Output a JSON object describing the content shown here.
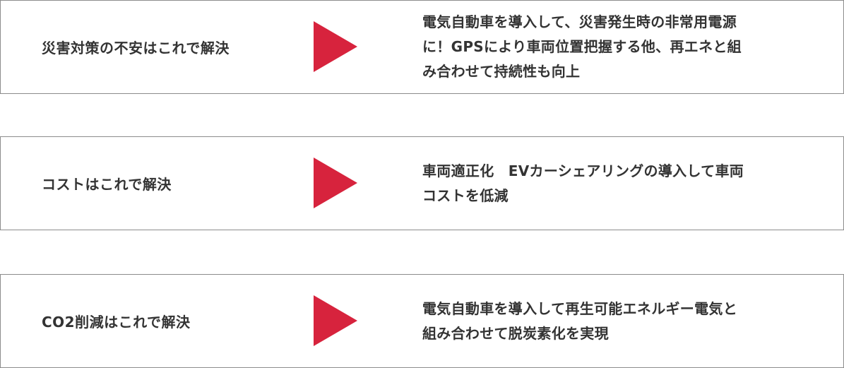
{
  "colors": {
    "arrow": "#d7233d",
    "border": "#8c8c8c",
    "text": "#333333"
  },
  "rows": [
    {
      "problem": "災害対策の不安はこれで解決",
      "arrow_icon": "play-triangle-icon",
      "solution": "電気自動車を導入して、災害発生時の非常用電源\nに！GPSにより車両位置把握する他、再エネと組\nみ合わせて持続性も向上"
    },
    {
      "problem": "コストはこれで解決",
      "arrow_icon": "play-triangle-icon",
      "solution": "車両適正化　EVカーシェアリングの導入して車両\nコストを低減"
    },
    {
      "problem": "CO2削減はこれで解決",
      "arrow_icon": "play-triangle-icon",
      "solution": "電気自動車を導入して再生可能エネルギー電気と\n組み合わせて脱炭素化を実現"
    }
  ]
}
